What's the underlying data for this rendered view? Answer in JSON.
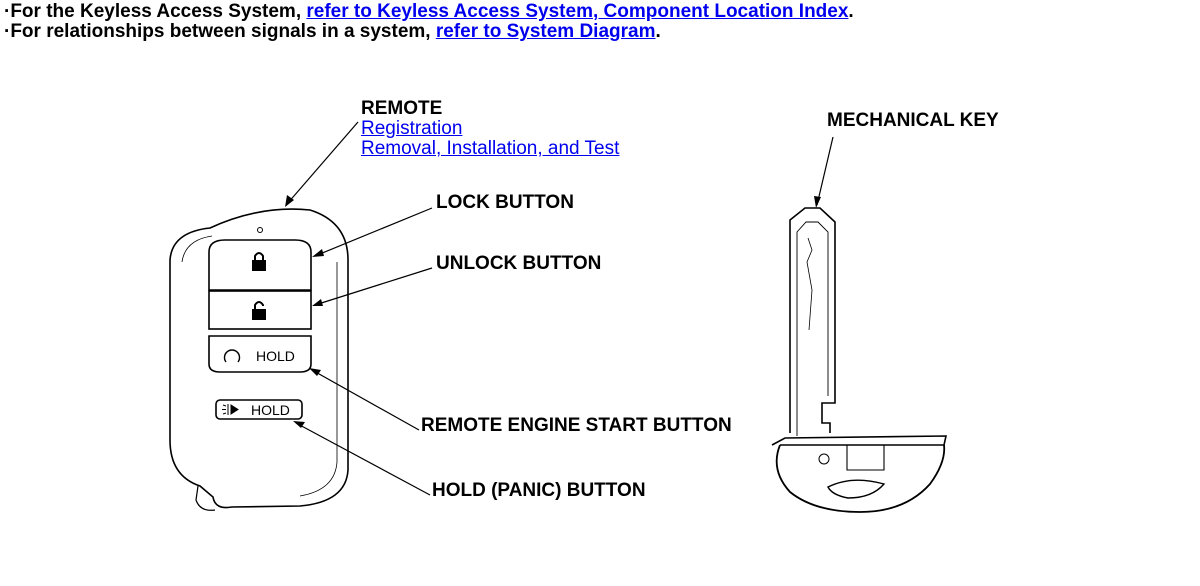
{
  "intro": {
    "line1_prefix": "·For the Keyless Access System, ",
    "line1_link": "refer to Keyless Access System, Component Location Index",
    "line1_suffix": ".",
    "line2_prefix": "·For relationships between signals in a system, ",
    "line2_link": "refer to System Diagram",
    "line2_suffix": "."
  },
  "callouts": {
    "remote": "REMOTE",
    "remote_links": [
      "Registration",
      "Removal, Installation, and Test"
    ],
    "lock_button": "LOCK BUTTON",
    "unlock_button": "UNLOCK BUTTON",
    "remote_engine_start_button": "REMOTE ENGINE START BUTTON",
    "hold_panic_button": "HOLD (PANIC) BUTTON",
    "mechanical_key": "MECHANICAL KEY"
  },
  "fob_labels": {
    "engine_hold": "HOLD",
    "panic_hold": "HOLD"
  },
  "icons": [
    "padlock-closed-icon",
    "padlock-open-icon",
    "engine-start-icon",
    "horn-light-icon"
  ],
  "colors": {
    "link": "#0000ee",
    "line": "#000000"
  }
}
